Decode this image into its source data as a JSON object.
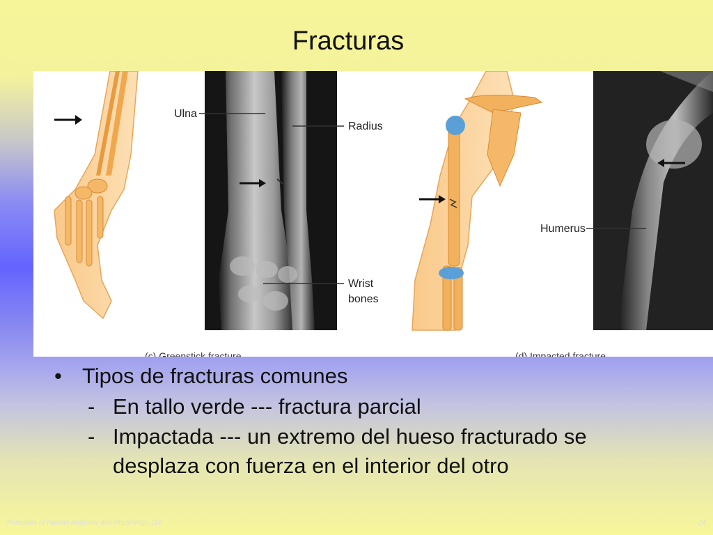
{
  "slide": {
    "title": "Fracturas"
  },
  "figure": {
    "labels": {
      "ulna": "Ulna",
      "radius": "Radius",
      "wrist_line1": "Wrist",
      "wrist_line2": "bones",
      "humerus": "Humerus"
    },
    "captions": {
      "greenstick": "(c) Greenstick fracture",
      "impacted": "(d) Impacted fracture"
    }
  },
  "bullets": {
    "main": "Tipos de fracturas comunes",
    "sub1": "En tallo verde --- fractura parcial",
    "sub2_line1": "Impactada --- un extremo del hueso fracturado se",
    "sub2_line2": "desplaza con fuerza en el interior del otro",
    "dash": "-",
    "dot": "•"
  },
  "footer": {
    "left": "Principles of Human Anatomy and Physiology, 11e",
    "right": "24"
  },
  "colors": {
    "bone": "#f2b15c",
    "cartilage": "#5b9fd8",
    "xray_dark": "#111111"
  }
}
